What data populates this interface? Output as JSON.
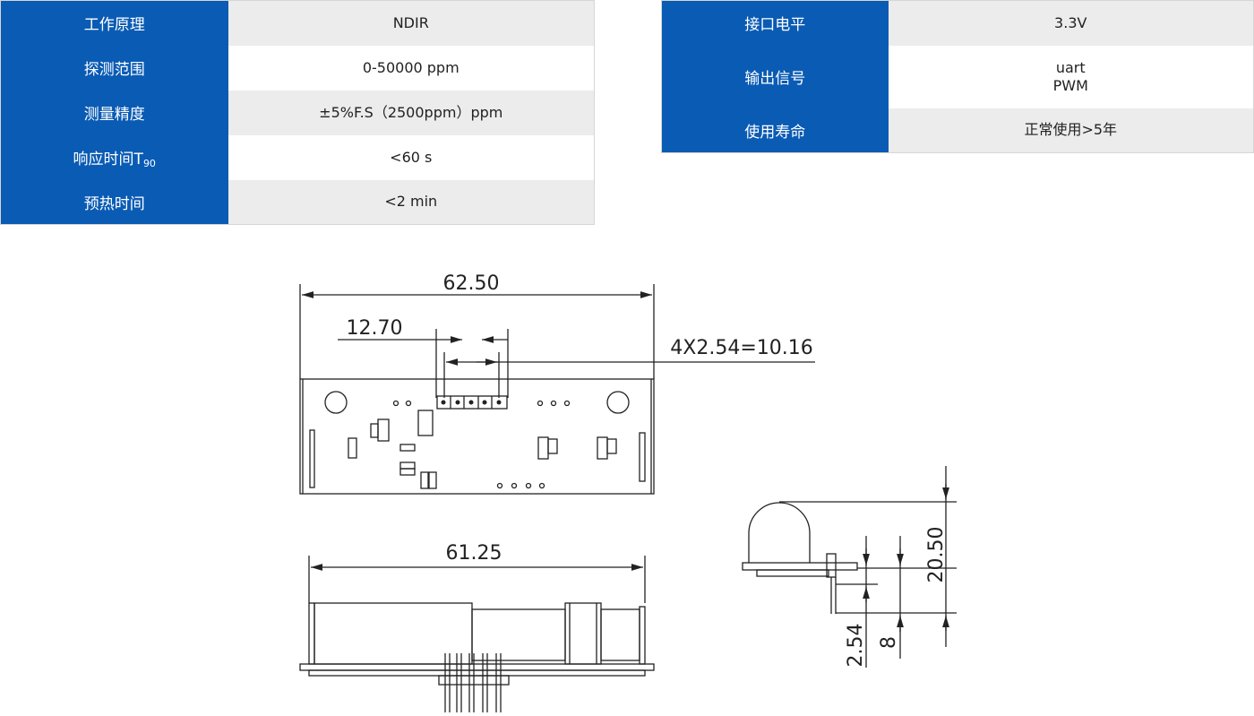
{
  "spec_table_left": [
    {
      "label": "工作原理",
      "value": "NDIR"
    },
    {
      "label": "探测范围",
      "value": "0-50000 ppm"
    },
    {
      "label": "测量精度",
      "value": "±5%F.S（2500ppm）ppm"
    },
    {
      "label": "响应时间T",
      "label_sub": "90",
      "value": "<60 s"
    },
    {
      "label": "预热时间",
      "value": "<2 min"
    }
  ],
  "spec_table_right": [
    {
      "label": "接口电平",
      "value": "3.3V"
    },
    {
      "label": "输出信号",
      "value_line1": "uart",
      "value_line2": "PWM"
    },
    {
      "label": "使用寿命",
      "value": "正常使用>5年"
    }
  ],
  "drawing": {
    "dim_overall_length": "62.50",
    "dim_pin_offset": "12.70",
    "dim_pin_pitch": "4X2.54=10.16",
    "dim_body_length": "61.25",
    "dim_height": "20.50",
    "dim_pin_spacing": "2.54",
    "dim_pin_length": "8"
  },
  "colors": {
    "header_blue": "#0a5bb4",
    "row_gray": "#ececec"
  }
}
